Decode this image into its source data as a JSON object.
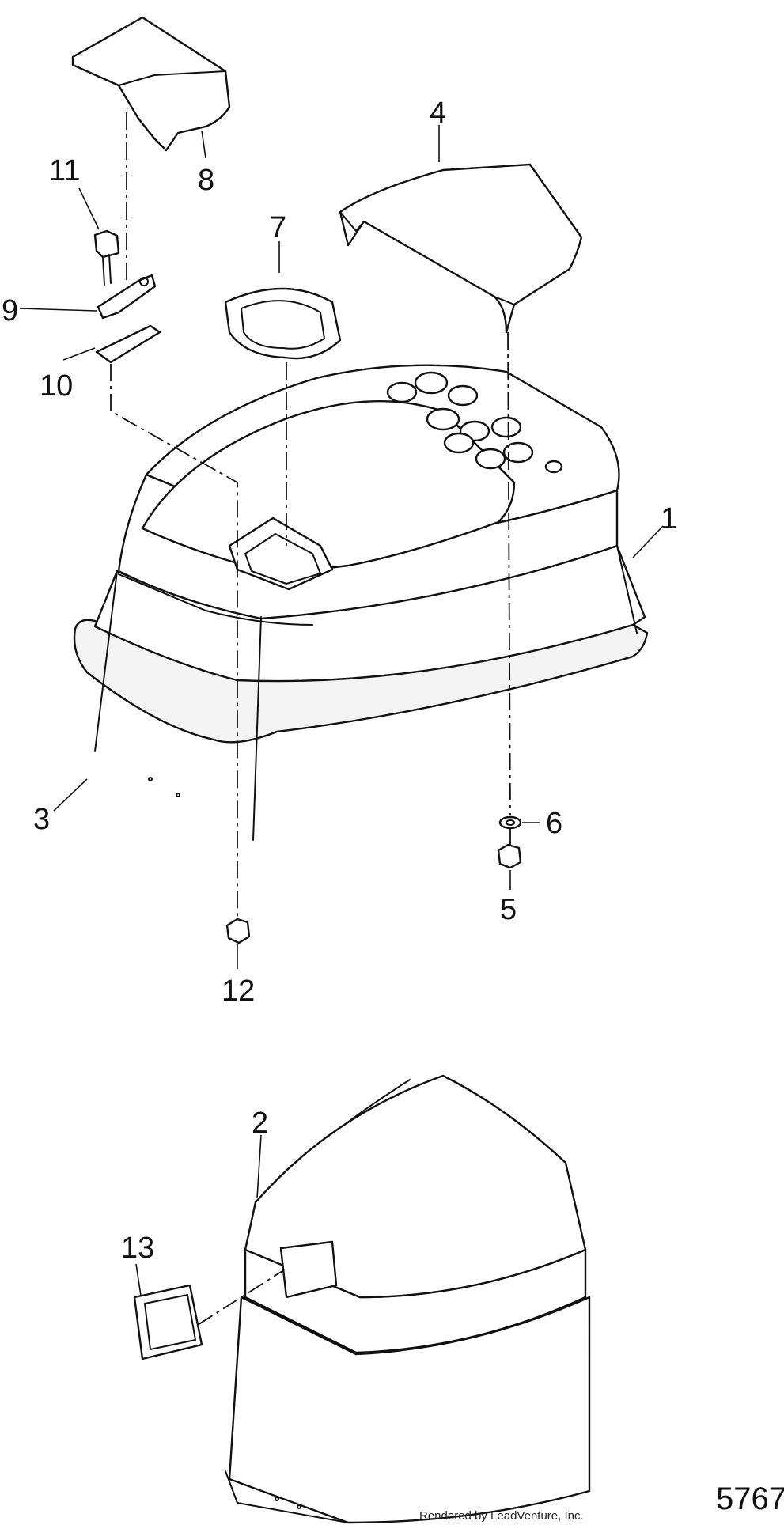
{
  "callouts": [
    {
      "id": "1",
      "label": "1"
    },
    {
      "id": "2",
      "label": "2"
    },
    {
      "id": "3",
      "label": "3"
    },
    {
      "id": "4",
      "label": "4"
    },
    {
      "id": "5",
      "label": "5"
    },
    {
      "id": "6",
      "label": "6"
    },
    {
      "id": "7",
      "label": "7"
    },
    {
      "id": "8",
      "label": "8"
    },
    {
      "id": "9",
      "label": "9"
    },
    {
      "id": "10",
      "label": "10"
    },
    {
      "id": "11",
      "label": "11"
    },
    {
      "id": "12",
      "label": "12"
    },
    {
      "id": "13",
      "label": "13"
    }
  ],
  "diagram_id": "5767",
  "credit": "Rendered by LeadVenture, Inc."
}
